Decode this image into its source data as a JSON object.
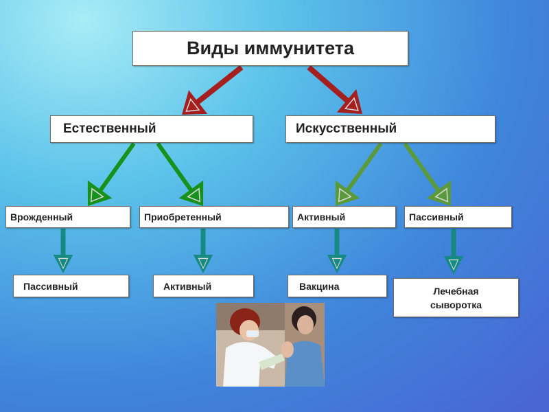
{
  "title": "Виды иммунитета",
  "natural": "Естественный",
  "artificial": "Искусственный",
  "natural_children": [
    "Врожденный",
    "Приобретенный"
  ],
  "artificial_children": [
    "Активный",
    "Пассивный"
  ],
  "innate_result": "Пассивный",
  "acquired_result": "Активный",
  "active_result": "Вакцина",
  "passive_result": "Лечебная\nсыворотка",
  "colors": {
    "red_arrow": "#a51f1f",
    "green_arrow": "#17911b",
    "olive_arrow": "#5a9a3a",
    "teal_arrow": "#168a82"
  }
}
